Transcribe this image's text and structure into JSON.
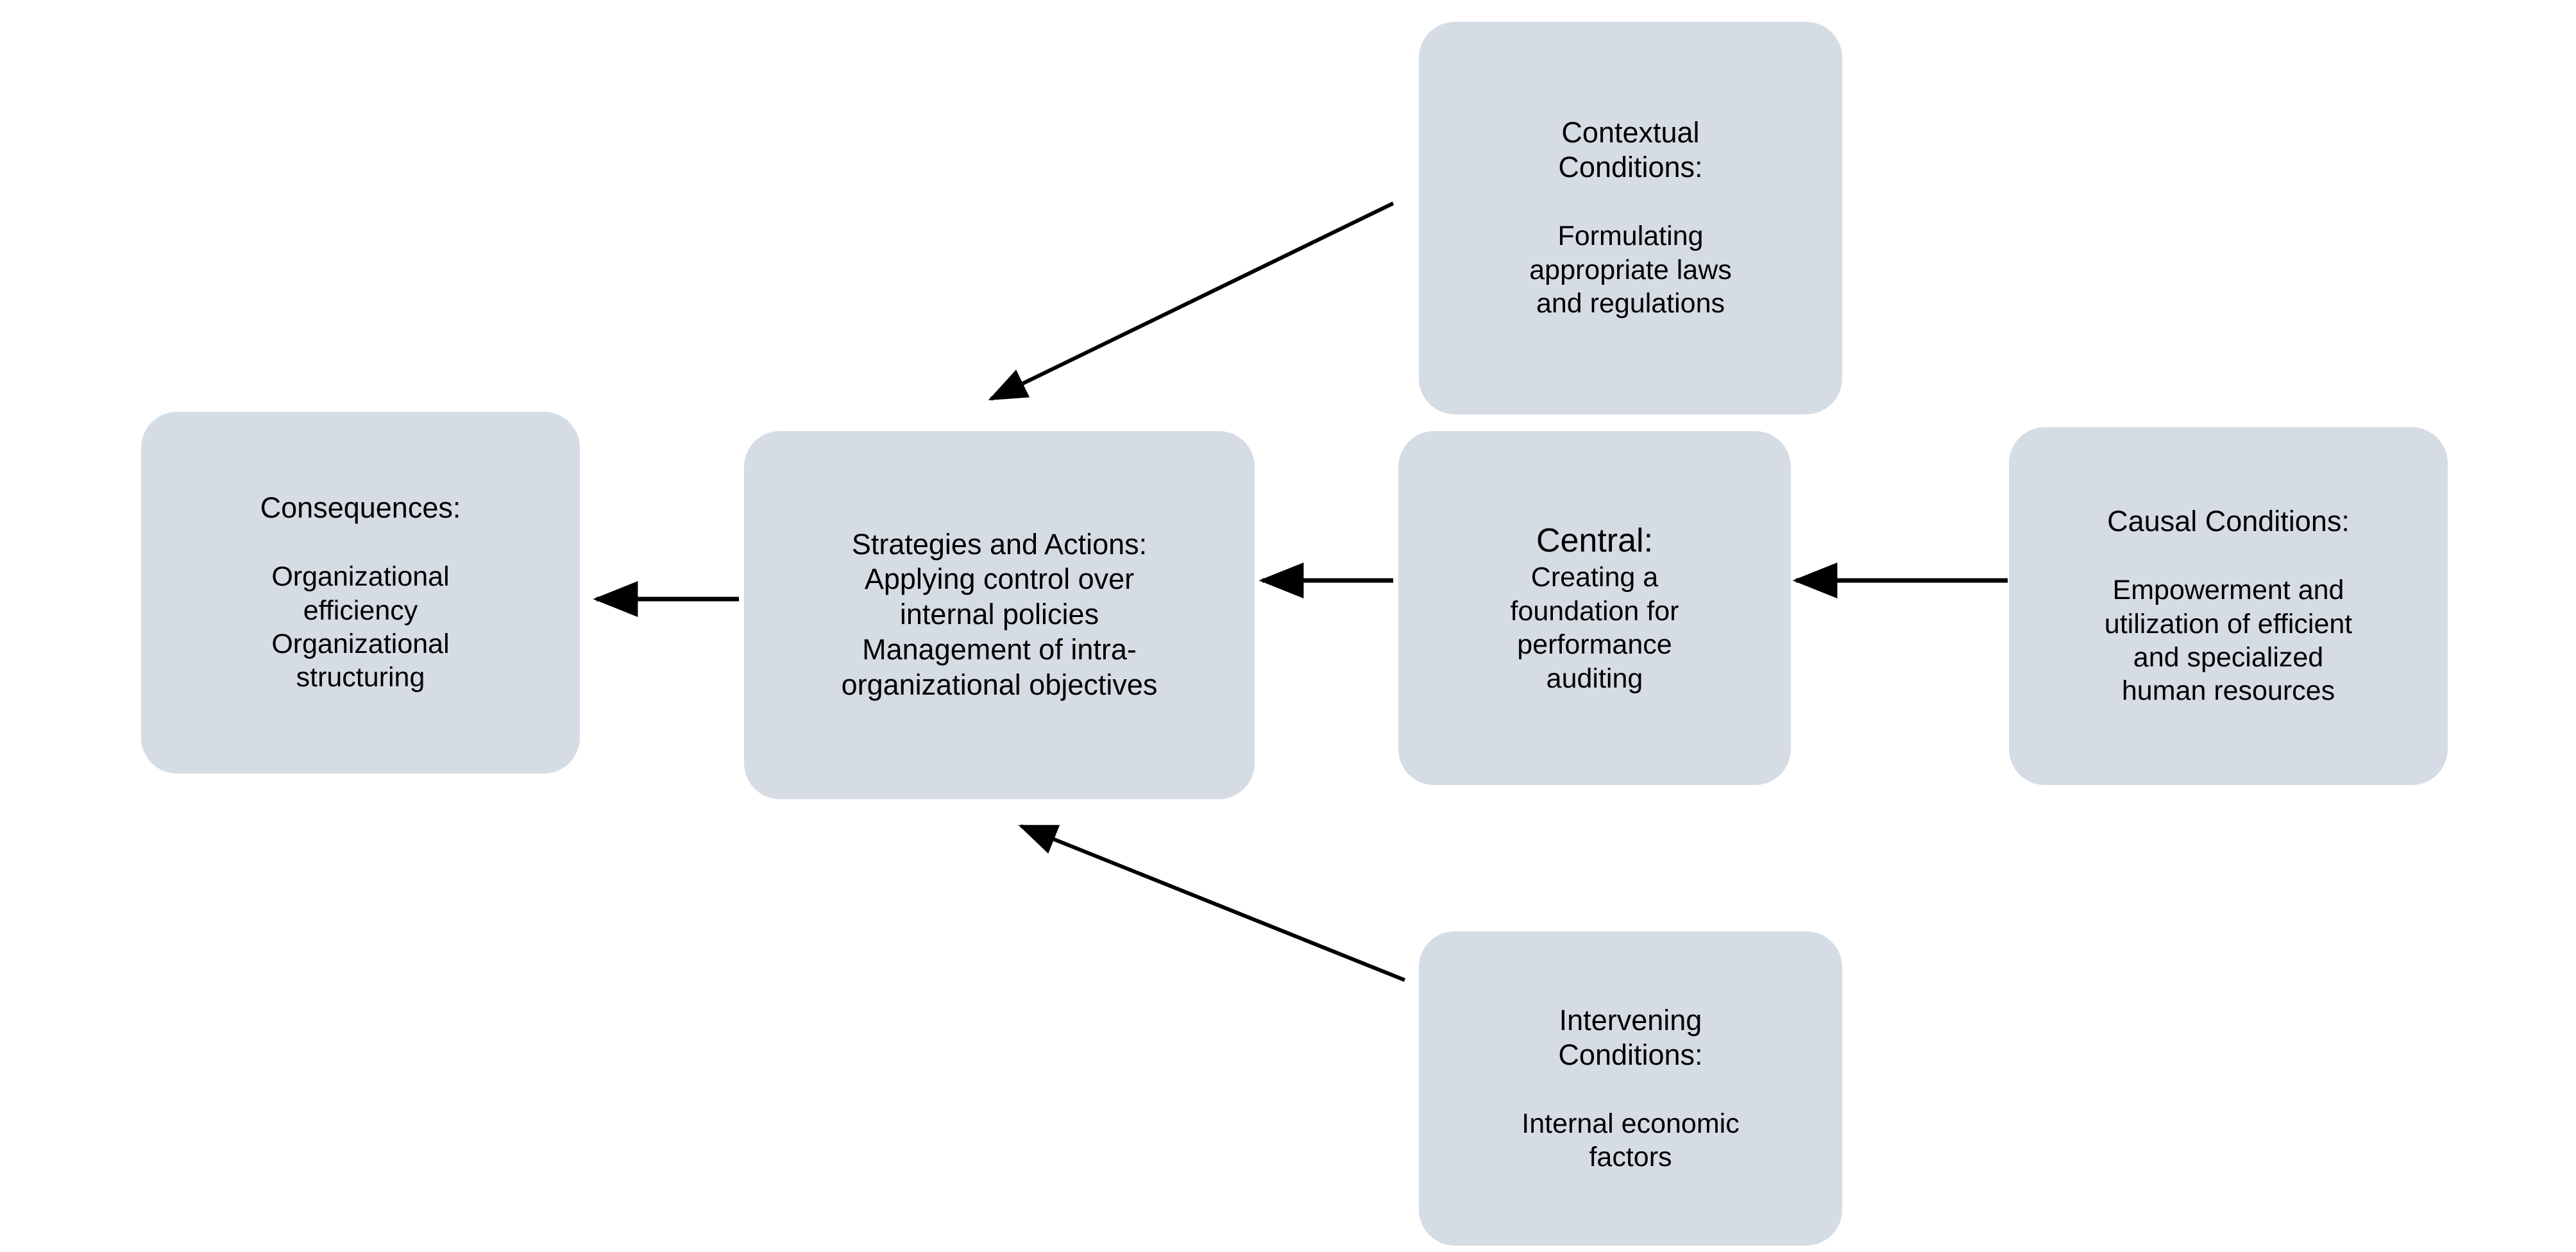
{
  "diagram": {
    "type": "paradigm-model-flow-diagram",
    "background_color": "#ffffff",
    "node_fill_color": "#d6dce4",
    "text_color": "#000000",
    "edge_color": "#000000",
    "nodes": [
      {
        "id": "contextual",
        "title": "Contextual\nConditions:",
        "body": "Formulating\nappropriate laws\nand regulations"
      },
      {
        "id": "consequences",
        "title": "Consequences:",
        "body": "Organizational\nefficiency\nOrganizational\nstructuring"
      },
      {
        "id": "strategies",
        "title": "Strategies and Actions:",
        "body": "Applying control over\ninternal policies\nManagement of intra-\norganizational objectives"
      },
      {
        "id": "central",
        "title": "Central:",
        "body": "Creating a\nfoundation for\nperformance\nauditing"
      },
      {
        "id": "causal",
        "title": "Causal Conditions:",
        "body": "Empowerment and\nutilization of efficient\nand specialized\nhuman resources"
      },
      {
        "id": "intervening",
        "title": "Intervening\nConditions:",
        "body": "Internal economic\nfactors"
      }
    ],
    "edges": [
      {
        "id": "causal-to-central",
        "from": "causal",
        "to": "central",
        "direction": "right-to-left"
      },
      {
        "id": "central-to-strategies",
        "from": "central",
        "to": "strategies",
        "direction": "right-to-left"
      },
      {
        "id": "strategies-to-consequences",
        "from": "strategies",
        "to": "consequences",
        "direction": "right-to-left"
      },
      {
        "id": "contextual-to-strategies",
        "from": "contextual",
        "to": "strategies",
        "direction": "diagonal-down-left"
      },
      {
        "id": "intervening-to-strategies",
        "from": "intervening",
        "to": "strategies",
        "direction": "diagonal-up-left"
      }
    ]
  }
}
